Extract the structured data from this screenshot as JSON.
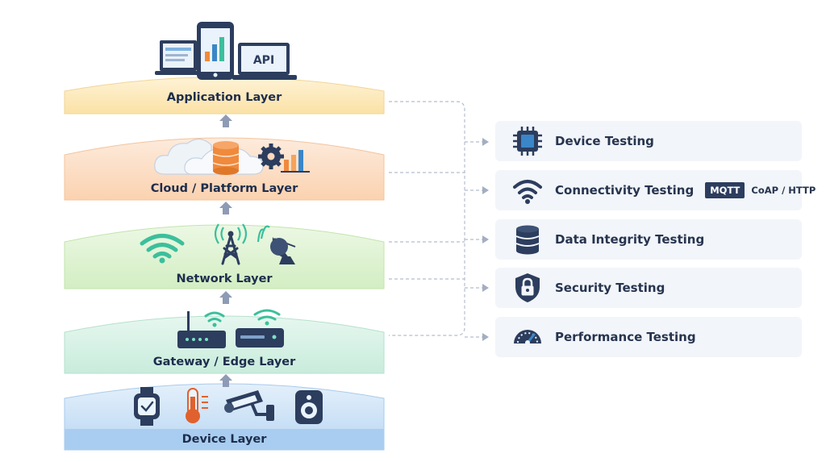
{
  "layers": [
    {
      "label": "Application Layer",
      "icons": [
        "laptop-icon",
        "smartphone-chart-icon",
        "api-monitor-icon"
      ]
    },
    {
      "label": "Cloud / Platform Layer",
      "icons": [
        "cloud-icon",
        "database-icon",
        "gear-icon",
        "bar-chart-icon"
      ]
    },
    {
      "label": "Network Layer",
      "icons": [
        "wifi-icon",
        "cell-tower-icon",
        "satellite-dish-icon"
      ]
    },
    {
      "label": "Gateway / Edge Layer",
      "icons": [
        "router-icon",
        "edge-gateway-icon"
      ]
    },
    {
      "label": "Device Layer",
      "icons": [
        "smartwatch-icon",
        "thermometer-icon",
        "security-camera-icon",
        "speaker-icon"
      ]
    }
  ],
  "tests": [
    {
      "label": "Device Testing",
      "icon": "chip-icon"
    },
    {
      "label": "Connectivity Testing",
      "icon": "wifi-icon",
      "protocol_badge": "MQTT",
      "protocol_text": "CoAP / HTTP"
    },
    {
      "label": "Data Integrity Testing",
      "icon": "database-icon"
    },
    {
      "label": "Security Testing",
      "icon": "shield-lock-icon"
    },
    {
      "label": "Performance Testing",
      "icon": "speedometer-icon"
    }
  ],
  "app_icons": {
    "api_text": "API"
  },
  "colors": {
    "application": "#fce6b4",
    "cloud": "#fcd9bd",
    "network": "#dbf1cf",
    "gateway": "#d3f0e3",
    "device": "#cfe3f7",
    "icon_dark": "#2c3d5e",
    "accent_blue": "#3a86c8",
    "accent_teal": "#3bbf9c",
    "accent_orange": "#f08a3c",
    "arrow": "#8e9bb5"
  }
}
